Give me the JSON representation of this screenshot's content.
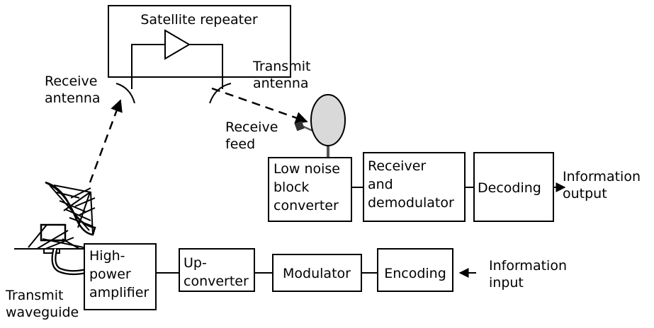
{
  "satellite": {
    "title": "Satellite repeater"
  },
  "labels": {
    "receive_antenna": [
      "Receive",
      "antenna"
    ],
    "transmit_antenna": [
      "Transmit",
      "antenna"
    ],
    "receive_feed": [
      "Receive",
      "feed"
    ],
    "transmit_waveguide": [
      "Transmit",
      "waveguide"
    ],
    "information_output": [
      "Information",
      "output"
    ],
    "information_input": [
      "Information",
      "input"
    ]
  },
  "blocks": {
    "lnb": [
      "Low noise",
      "block",
      "converter"
    ],
    "receiver": [
      "Receiver",
      "and",
      "demodulator"
    ],
    "decoding": [
      "Decoding"
    ],
    "hpa": [
      "High-",
      "power",
      "amplifier"
    ],
    "upconverter": [
      "Up-",
      "converter"
    ],
    "modulator": [
      "Modulator"
    ],
    "encoding": [
      "Encoding"
    ]
  },
  "colors": {
    "dish_fill": "#d9d9d9",
    "line": "#000000",
    "feed": "#333333"
  }
}
